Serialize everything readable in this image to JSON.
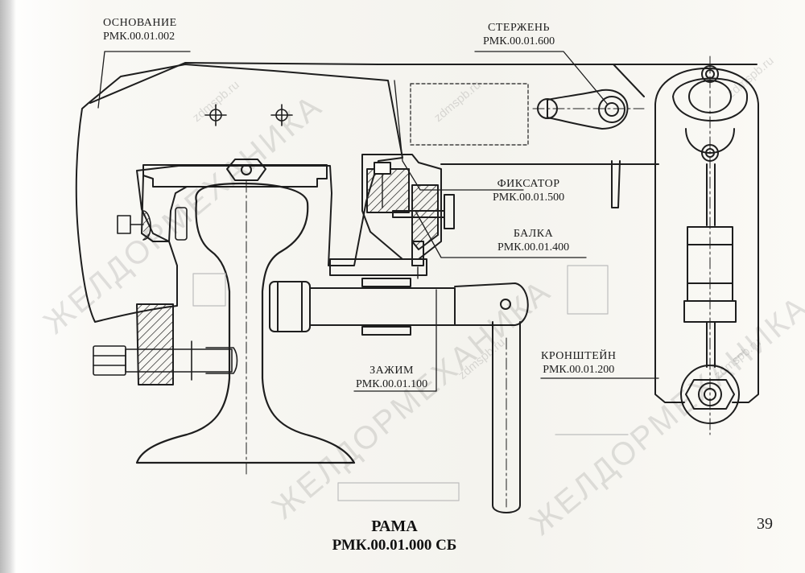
{
  "callouts": {
    "base": {
      "name": "ОСНОВАНИЕ",
      "code": "РМК.00.01.002"
    },
    "rod": {
      "name": "СТЕРЖЕНЬ",
      "code": "РМК.00.01.600"
    },
    "latch": {
      "name": "ФИКСАТОР",
      "code": "РМК.00.01.500"
    },
    "beam": {
      "name": "БАЛКА",
      "code": "РМК.00.01.400"
    },
    "clamp": {
      "name": "ЗАЖИМ",
      "code": "РМК.00.01.100"
    },
    "bracket": {
      "name": "КРОНШТЕЙН",
      "code": "РМК.00.01.200"
    }
  },
  "title": {
    "name": "РАМА",
    "code": "РМК.00.01.000 СБ"
  },
  "page_number": "39",
  "watermarks": {
    "main": "ЖЕЛДОРМЕХАНИКА",
    "site": "zdmspb.ru"
  }
}
